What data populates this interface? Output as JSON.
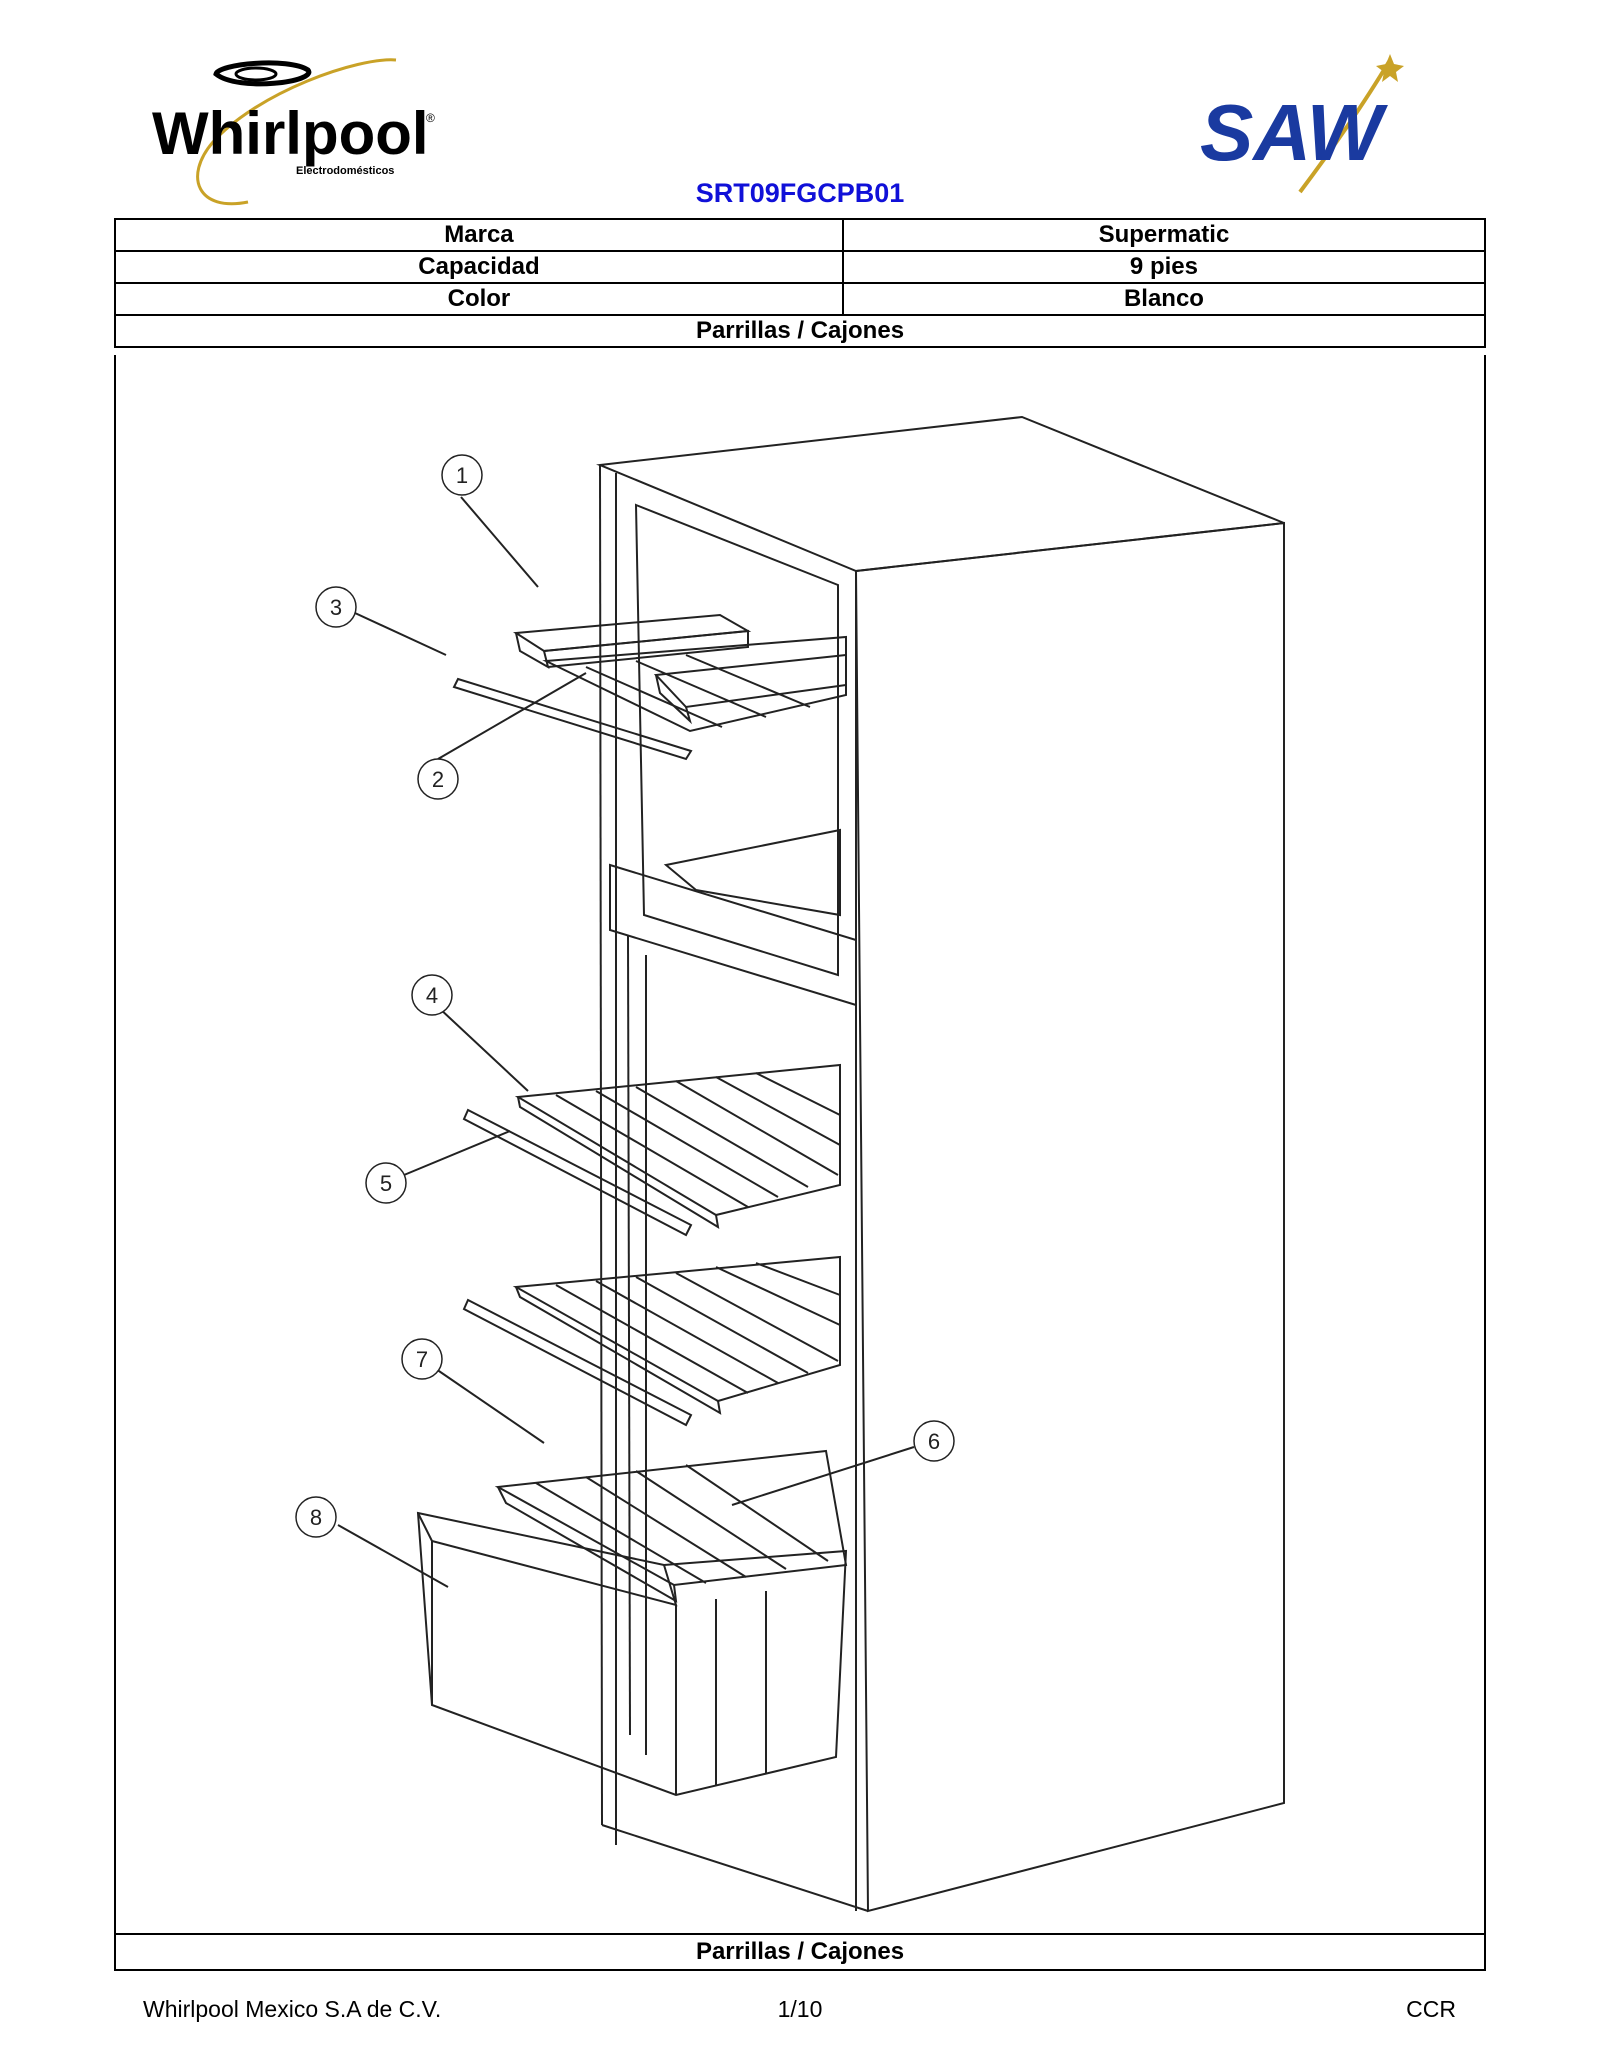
{
  "header": {
    "whirlpool_logo_text": "Whirlpool",
    "whirlpool_logo_subtext": "Electrodomésticos",
    "saw_logo_text": "SAW",
    "model": "SRT09FGCPB01"
  },
  "spec_table": {
    "rows": [
      {
        "label": "Marca",
        "value": "Supermatic"
      },
      {
        "label": "Capacidad",
        "value": "9 pies"
      },
      {
        "label": "Color",
        "value": "Blanco"
      }
    ],
    "section_title": "Parrillas / Cajones"
  },
  "diagram": {
    "callouts": [
      "1",
      "2",
      "3",
      "4",
      "5",
      "6",
      "7",
      "8"
    ],
    "caption": "Parrillas / Cajones"
  },
  "footer": {
    "company": "Whirlpool Mexico S.A de C.V.",
    "page": "1/10",
    "code": "CCR"
  }
}
